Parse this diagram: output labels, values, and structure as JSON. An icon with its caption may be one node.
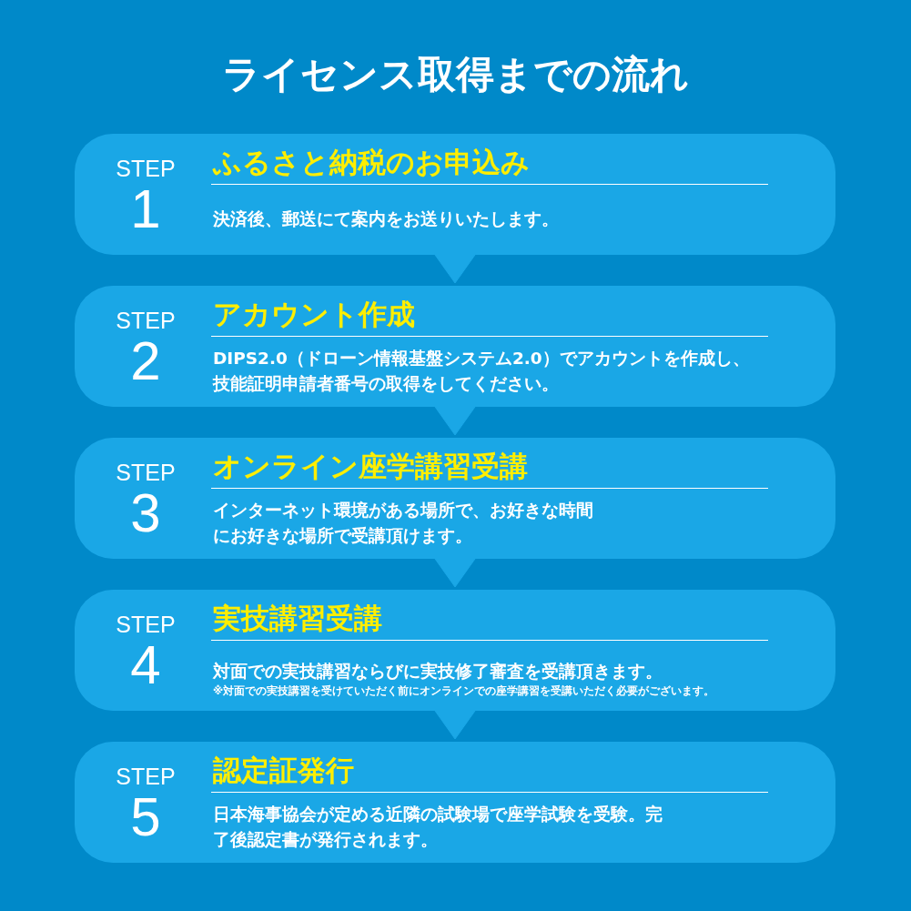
{
  "diagram": {
    "title": "ライセンス取得までの流れ",
    "nodes": [
      {
        "text": [
          "STEP",
          "1",
          "ふるさと納税のお申込み",
          "決済後、郵送にて案内をお送りいたします。"
        ]
      },
      {
        "text": [
          "STEP",
          "2",
          "アカウント作成",
          "DIPS2.0（ドローン情報基盤システム2.0）でアカウントを作成し、技能証明申請者番号の取得をしてください。"
        ]
      },
      {
        "text": [
          "STEP",
          "3",
          "オンライン座学講習受講",
          "インターネット環境がある場所で、お好きな時間にお好きな場所で受講頂けます。"
        ]
      },
      {
        "text": [
          "STEP",
          "4",
          "実技講習受講",
          "対面での実技講習ならびに実技修了審査を受講頂きます。",
          "※対面での実技講習を受けていただく前にオンラインでの座学講習を受講いただく必要がございます。"
        ]
      },
      {
        "text": [
          "STEP",
          "5",
          "認定証発行",
          "日本海事協会が定める近隣の試験場で座学試験を受験。完了後認定書が発行されます。"
        ]
      }
    ],
    "edges": [
      {
        "from": 0,
        "to": 1,
        "arrow": "to"
      },
      {
        "from": 1,
        "to": 2,
        "arrow": "to"
      },
      {
        "from": 2,
        "to": 3,
        "arrow": "to"
      },
      {
        "from": 3,
        "to": 4,
        "arrow": "to"
      }
    ]
  }
}
